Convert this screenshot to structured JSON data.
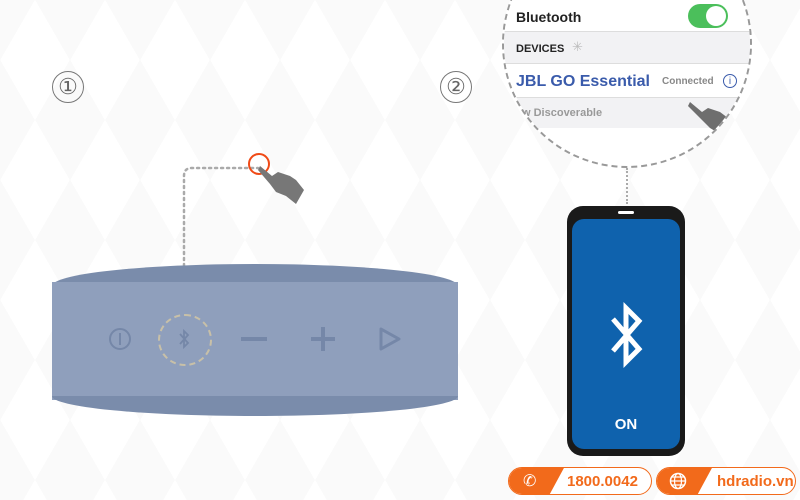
{
  "steps": {
    "one": "①",
    "two": "②"
  },
  "speaker": {
    "buttons": [
      "power-icon",
      "bluetooth-icon",
      "minus-icon",
      "plus-icon",
      "play-icon"
    ],
    "color": "#8f9fbc"
  },
  "settings": {
    "bluetooth_label": "Bluetooth",
    "bluetooth_toggle": "on",
    "devices_header": "DEVICES",
    "device_name": "JBL GO Essential",
    "device_status": "Connected",
    "discoverable_text": "w Discoverable"
  },
  "phone": {
    "status": "ON",
    "screen_color": "#0f62ad"
  },
  "contact": {
    "phone_number": "1800.0042",
    "website": "hdradio.vn",
    "accent": "#f26a1b"
  }
}
